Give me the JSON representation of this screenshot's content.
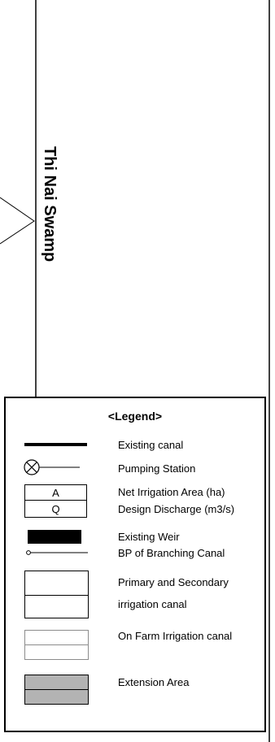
{
  "swamp_label": "Thi Nai Swamp",
  "legend": {
    "title": "<Legend>",
    "items": [
      {
        "symbol": "thick-line",
        "label": "Existing canal"
      },
      {
        "symbol": "pumping-station",
        "label": "Pumping Station"
      },
      {
        "symbol": "area-box",
        "label": "Net Irrigation Area (ha)",
        "box_text": "A"
      },
      {
        "symbol": "area-box",
        "label": "Design Discharge (m3/s)",
        "box_text": "Q"
      },
      {
        "symbol": "weir-block",
        "label": "Existing Weir"
      },
      {
        "symbol": "branch-point",
        "label": "BP of Branching Canal"
      },
      {
        "symbol": "double-box-black",
        "label": "Primary and Secondary"
      },
      {
        "symbol": "double-box-black",
        "label": "irrigation canal"
      },
      {
        "symbol": "double-box-gray",
        "label": "On Farm Irrigation canal"
      },
      {
        "symbol": "double-box-filled",
        "label": "Extension Area"
      }
    ]
  },
  "colors": {
    "line": "#000000",
    "gray_outline": "#8c8c8c",
    "extension_fill": "#b3b3b3"
  }
}
